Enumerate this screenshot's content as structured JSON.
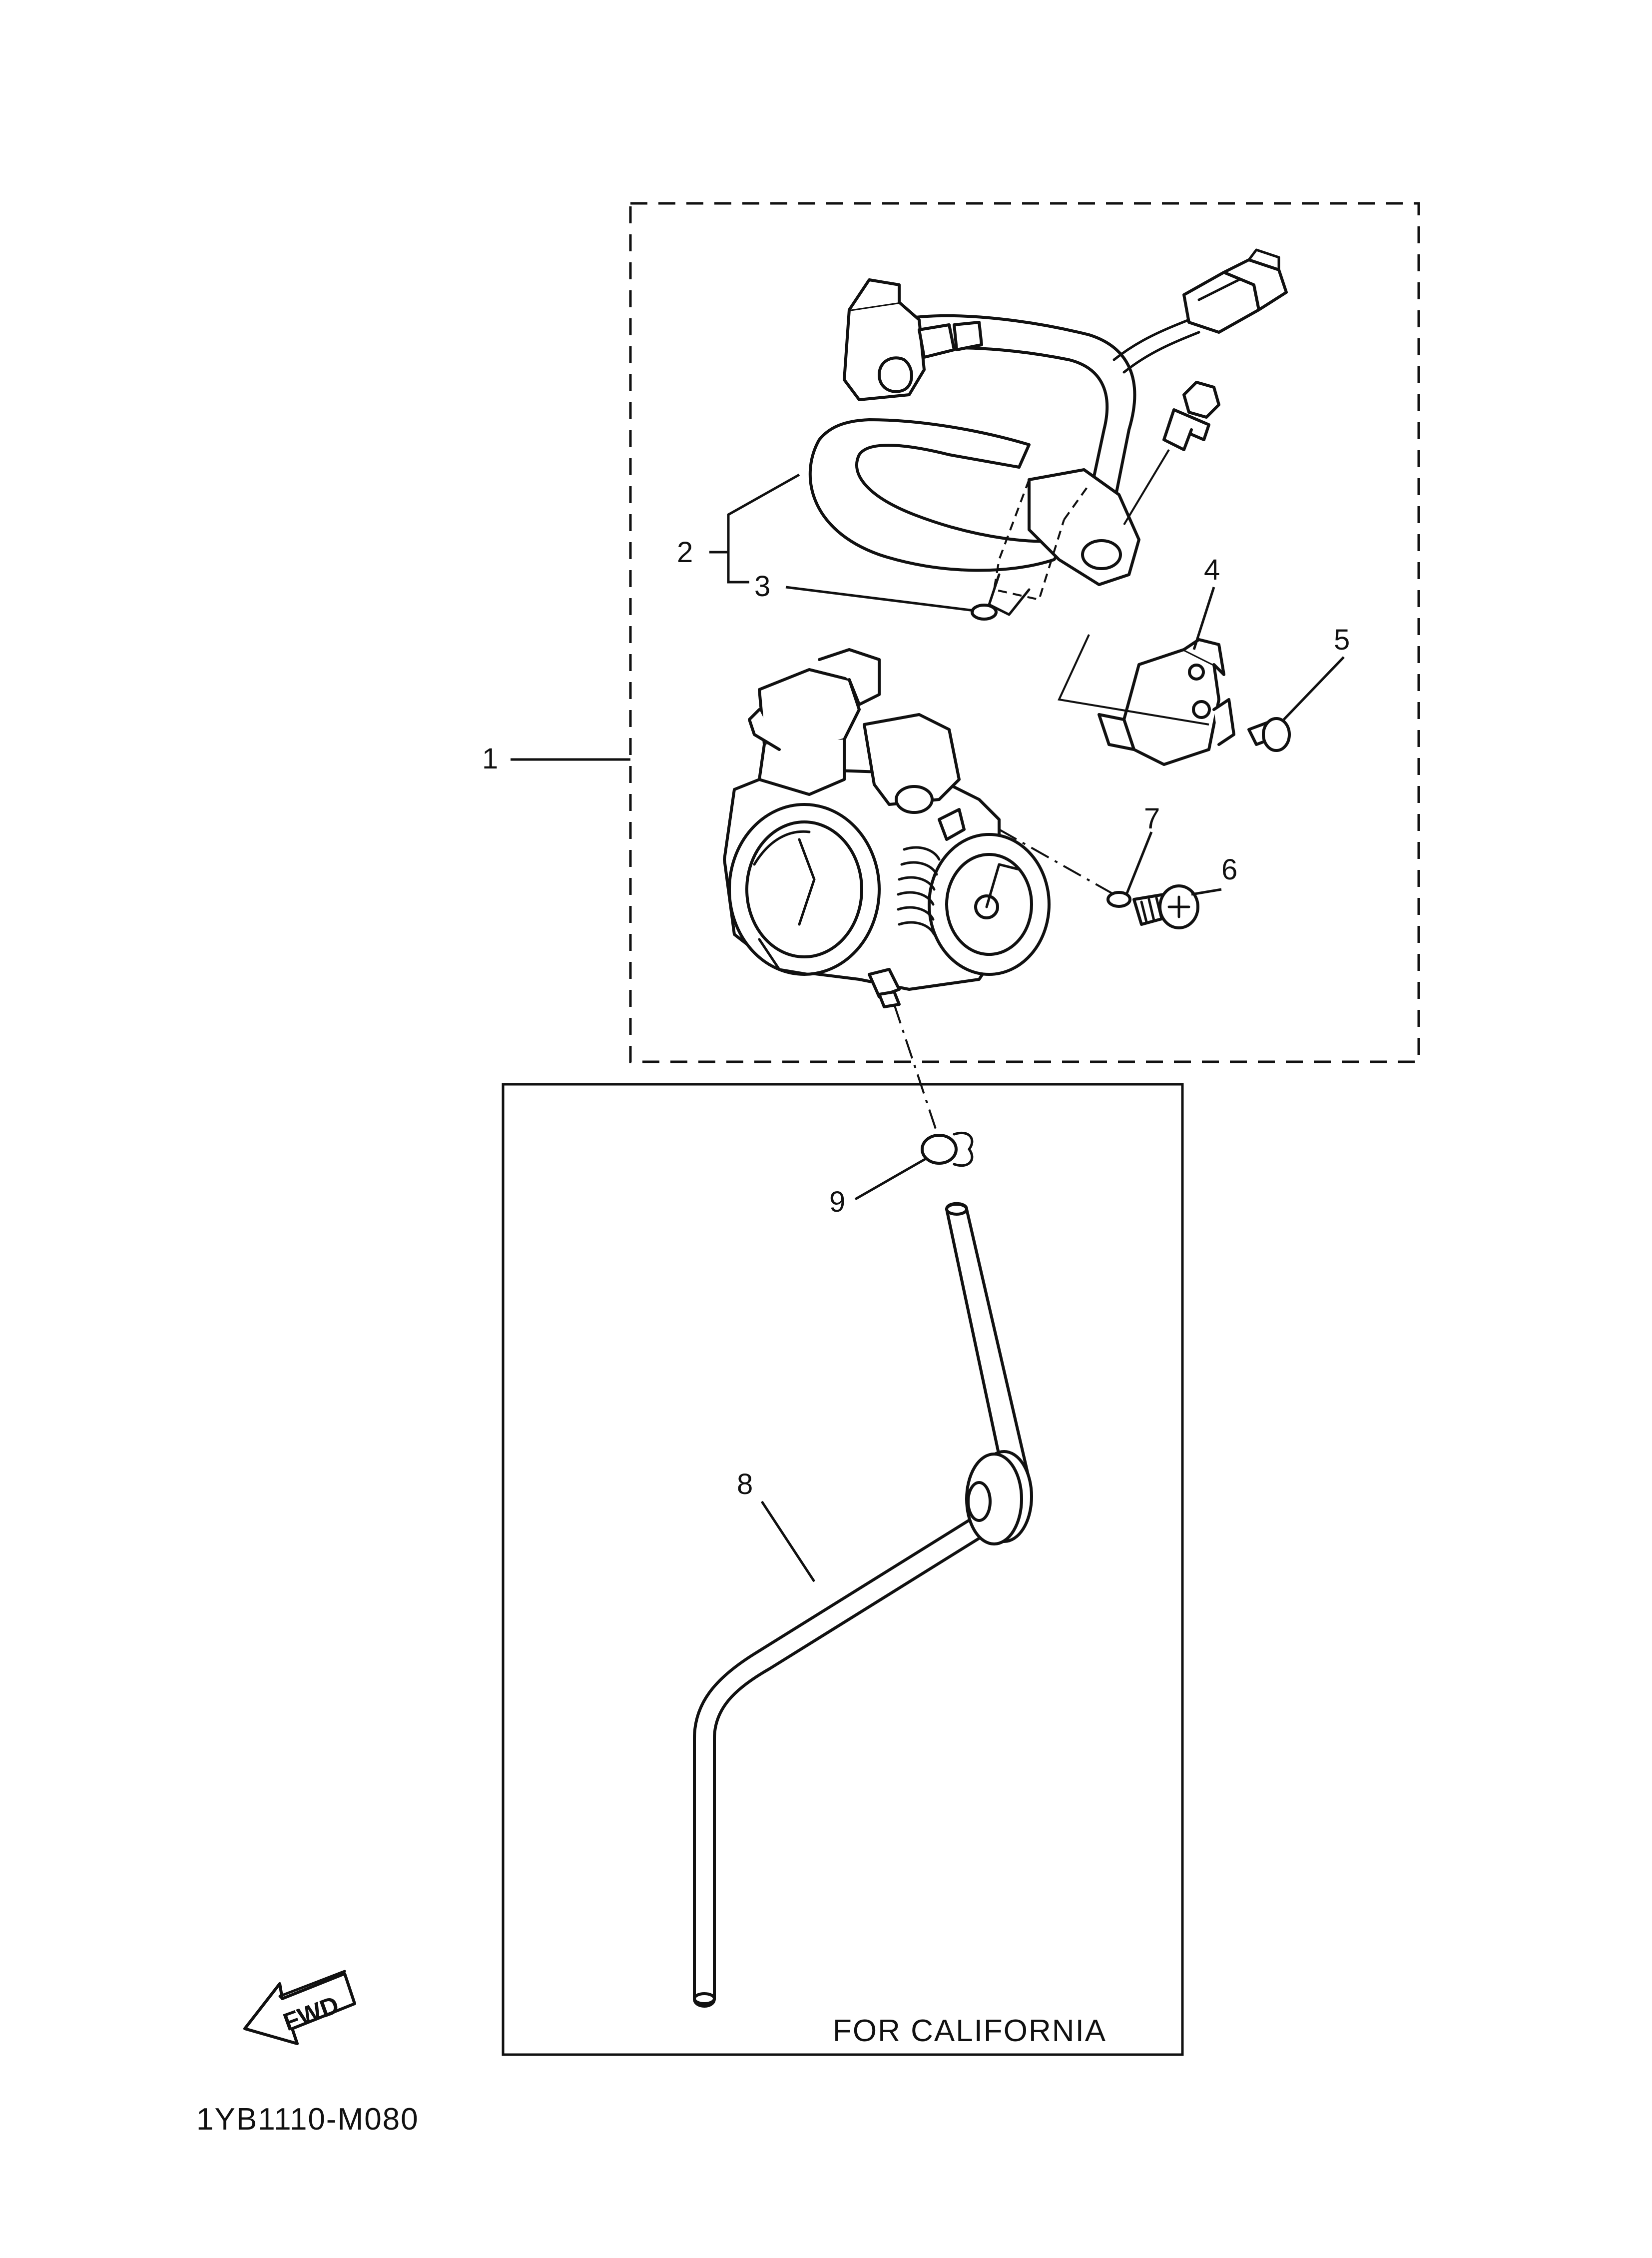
{
  "callouts": {
    "c1": "1",
    "c2": "2",
    "c3": "3",
    "c4": "4",
    "c5": "5",
    "c6": "6",
    "c7": "7",
    "c8": "8",
    "c9": "9"
  },
  "california_box": {
    "label": "FOR CALIFORNIA"
  },
  "fwd_arrow": {
    "label": "FWD"
  },
  "diagram_code": "1YB1110-M080"
}
